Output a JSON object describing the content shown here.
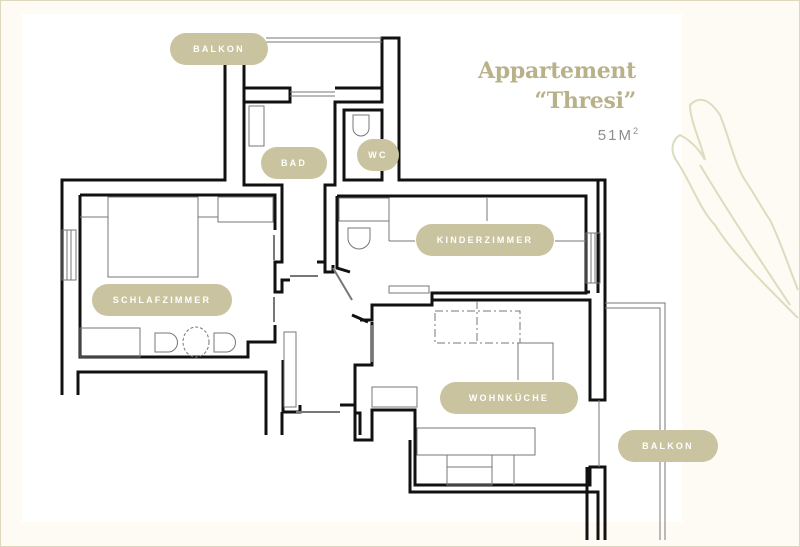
{
  "title": {
    "line1": "Appartement",
    "line2": "“Thresi”",
    "area_value": "51M",
    "area_unit": "2"
  },
  "rooms": [
    {
      "id": "balkon-top",
      "label": "BALKON"
    },
    {
      "id": "bad",
      "label": "BAD"
    },
    {
      "id": "wc",
      "label": "WC"
    },
    {
      "id": "schlafzimmer",
      "label": "SCHLAFZIMMER"
    },
    {
      "id": "kinderzimmer",
      "label": "KINDERZIMMER"
    },
    {
      "id": "wohnkueche",
      "label": "WOHNKÜCHE"
    },
    {
      "id": "balkon-right",
      "label": "BALKON"
    }
  ],
  "colors": {
    "accent": "#c9c3a0",
    "title": "#b8b18a",
    "background": "#fdfbf3",
    "wall": "#111111",
    "leaf": "#dcdcbf"
  }
}
